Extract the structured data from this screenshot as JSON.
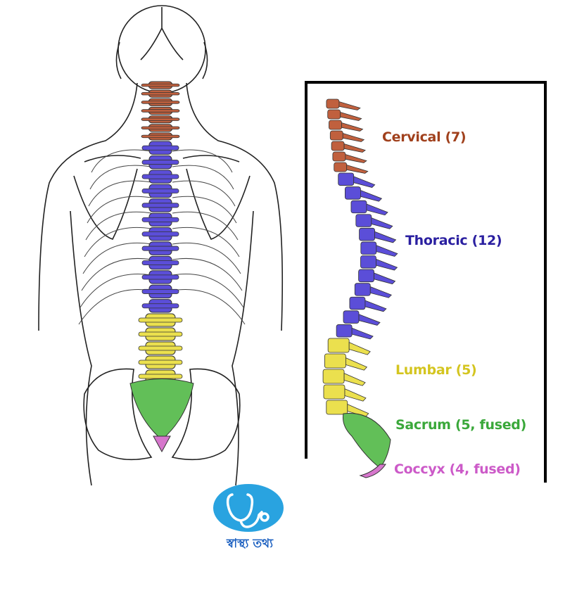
{
  "title": "Human vertebral column regions",
  "regions": [
    {
      "key": "cervical",
      "label": "Cervical (7)",
      "count": 7,
      "color": "#c0603e",
      "text_color": "#a0401c"
    },
    {
      "key": "thoracic",
      "label": "Thoracic (12)",
      "count": 12,
      "color": "#5b4ed8",
      "text_color": "#2a1fa0"
    },
    {
      "key": "lumbar",
      "label": "Lumbar (5)",
      "count": 5,
      "color": "#ebe04e",
      "text_color": "#d4c520"
    },
    {
      "key": "sacrum",
      "label": "Sacrum (5, fused)",
      "count": 5,
      "color": "#62bf58",
      "text_color": "#3aa83a"
    },
    {
      "key": "coccyx",
      "label": "Coccyx (4, fused)",
      "count": 4,
      "color": "#d676cc",
      "text_color": "#cc5ac8"
    }
  ],
  "logo": {
    "text": "স্বাস্থ্য তথ্য",
    "color": "#29a3e0",
    "icon": "stethoscope-icon"
  }
}
